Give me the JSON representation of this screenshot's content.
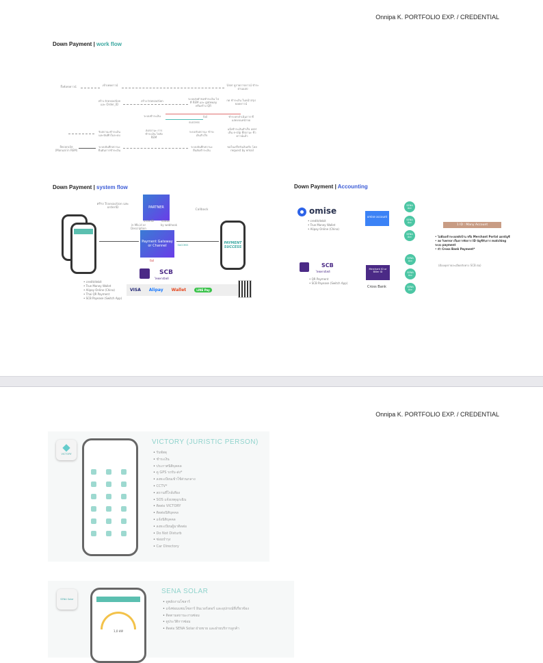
{
  "page1": {
    "header": "Onnipa K. PORTFOLIO EXP. / CREDENTIAL",
    "workflow": {
      "title": "Down Payment",
      "subtitle": "work flow",
      "nodes": [
        "ลิ้งค์เพจดาวน์",
        "เข้าเพจดาวน์",
        "User ดูรายการดาวน์ ชำระผ่านแอป",
        "สร้าง transaction และ Order_ID",
        "สร้าง transaction",
        "ระบบส่งคำขอชำระเงิน ไปที่ REM และ gateway หรือสร้าง QR",
        "กด ชำระเงิน ในหน้าสรุปยอดดาวน์",
        "ระบบชำระเงิน",
        "fail",
        "success",
        "ชำระค่าดำเนินการ ที่แสดงบนหน้าจอ",
        "รับสถานะชำระเงิน และบันทึกในระบบ",
        "ส่งสถานะ การชำระเงิน ไปยัง REM",
        "ระบบรับสถานะ ชำระเงินสำเร็จ",
        "แจ้งชำระเงินสำเร็จ user เห็น e-slip ที่สถานะ ชีวดาวน์แล้ว",
        "Reconcile (Manual in REM)",
        "ระบบบันทึกสถานะ ยืนยันการชำระเงิน",
        "ระบบบันทึกสถานะ ยืนยันชำระเงิน",
        "ขอใบเสร็จรับเงินจริง โดย request by email"
      ]
    },
    "systemflow": {
      "title": "Down Payment",
      "subtitle": "system flow",
      "create_tx": "สร้าง Transaction และ orderID",
      "partner": "PARTNER",
      "callback": "Callback",
      "order_id": "orderID",
      "in_mdr": "in Mb.id or Description",
      "status": "status",
      "by_webhook": "by webhook",
      "gateway": "Payment Gateway or Channel",
      "success": "success",
      "fail": "fail",
      "payment_success": "PAYMENT SUCCESS",
      "scb": "SCB",
      "scb_sub": "ไทยพาณิชย์",
      "methods": [
        "credit/debit",
        "True Money Wallet",
        "Alipay Online (China)",
        "Thai QR Payment",
        "SCB Payease (Switch App)"
      ],
      "logos": [
        "VISA",
        "Alipay",
        "Wallet",
        "LINE Pay"
      ]
    },
    "accounting": {
      "title": "Down Payment",
      "subtitle": "Accounting",
      "omise": "omise",
      "omise_methods": [
        "credit/debit",
        "True Money Wallet",
        "Alipay Online (China)"
      ],
      "omise_account": "omise account",
      "sena_acc": "SENA Acc",
      "scb": "SCB",
      "scb_sub": "ไทยพาณิชย์",
      "scb_methods": [
        "QR Payment",
        "SCB Payease (Switch App)"
      ],
      "merchant": "Merchant ID or Biller ID",
      "cross_bank": "Cross Bank",
      "badge": "1 ID : Many Account",
      "notes": [
        "ไม่ต้องเข้าระบบหลังบ้าน หรือ Merchant Portal แยกบัญชี",
        "ลด %error เรื่องการจัดการ ID บัญชีกับการ matching ระบบ payment",
        "ทำ Cross Bank Payment*"
      ],
      "note_sub": "(ต้องคุยรายละเอียดกับทาง SCB ต่อ)"
    }
  },
  "page2": {
    "header": "Onnipa K. PORTFOLIO EXP. / CREDENTIAL",
    "victory": {
      "logo": "VICTORY",
      "title": "VICTORY (JURISTIC PERSON)",
      "features": [
        "รับพัสดุ",
        "ชำระเงิน",
        "ประกาศนิติบุคคล",
        "ดู GPS รถรับ-ส่ง*",
        "ลงทะเบียนเข้าใช้ส่วนกลาง",
        "CCTV*",
        "สถานที่ใกล้เคียง",
        "SOS แจ้งเหตุฉุกเฉิน",
        "ติดต่อ VICTORY",
        "ติดต่อนิติบุคคล",
        "แจ้งนิติบุคคล",
        "ลงทะเบียนผู้มาติดต่อ",
        "Do Not Disturb",
        "ซ่อมบำรุง",
        "Car Directory"
      ]
    },
    "sena": {
      "logo": "SENA Solar",
      "title": "SENA SOLAR",
      "value": "1,0 kW",
      "features": [
        "ดูพลังงานโซลาร์",
        "แจ้งซ่อมแซมโซลาร์ อินเวอร์เตอร์ และอุปกรณ์ที่เกี่ยวข้อง",
        "ติดตามสถานะงานซ่อม",
        "ดูประวัติการซ่อม",
        "ติดต่อ SENA Solar ฝ่ายขาย และฝ่ายบริการลูกค้า"
      ]
    }
  },
  "colors": {
    "teal": "#3aa7a0",
    "blue": "#3b5bd6",
    "green": "#4cc6a4",
    "purple": "#4b2a86",
    "badge": "#c89c84"
  }
}
